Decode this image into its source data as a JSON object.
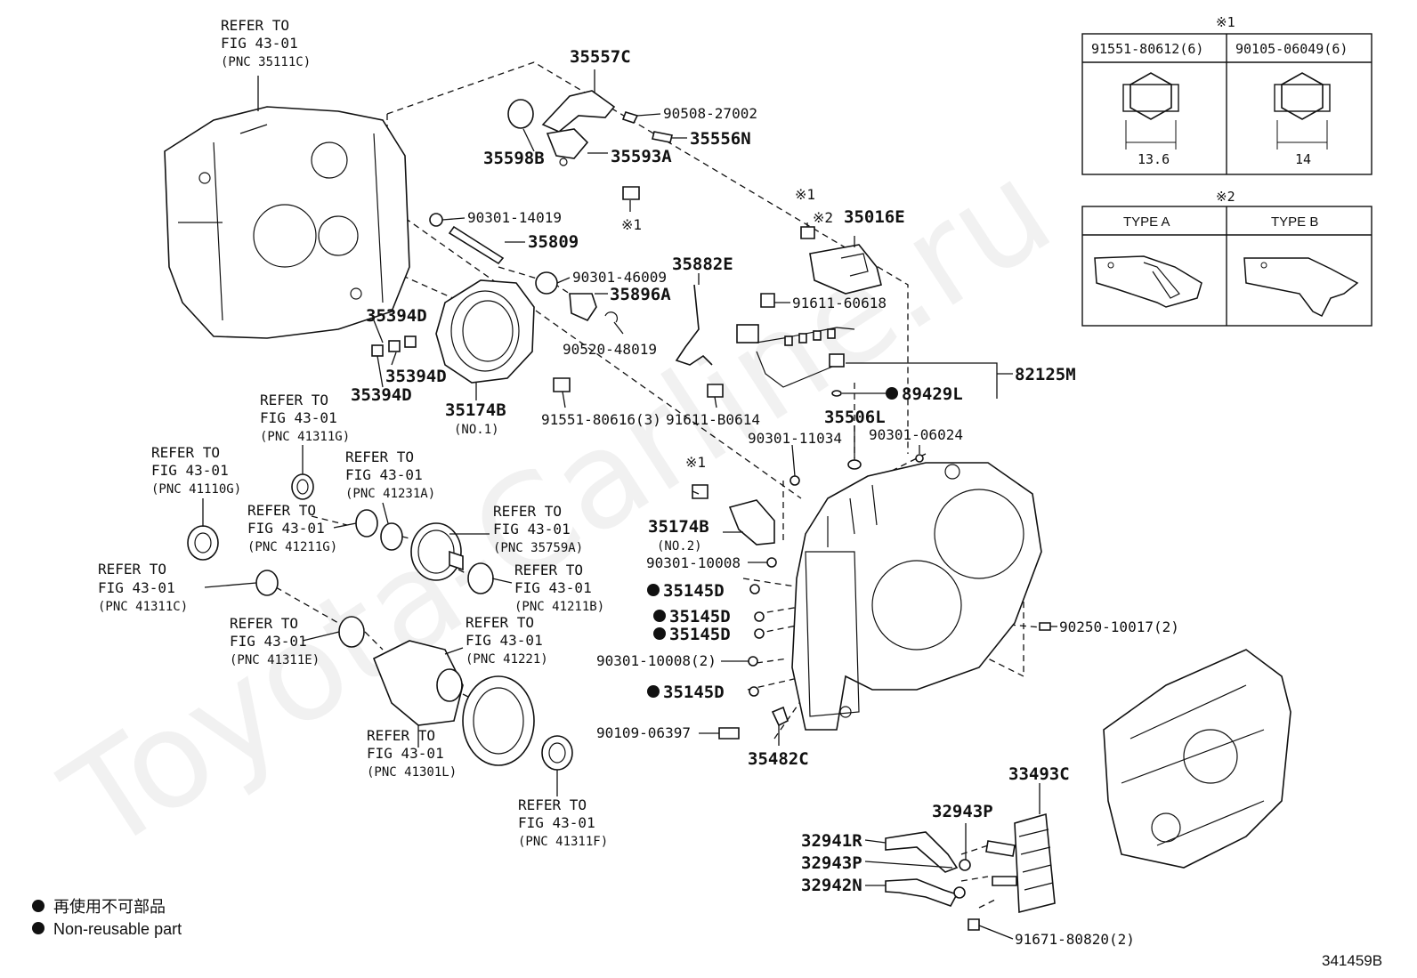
{
  "parts": {
    "p35557C": "35557C",
    "p90508_27002": "90508-27002",
    "p35556N": "35556N",
    "p35598B": "35598B",
    "p35593A": "35593A",
    "mark1_a": "※1",
    "p90301_14019": "90301-14019",
    "p35809": "35809",
    "p90301_46009": "90301-46009",
    "p35896A": "35896A",
    "p90520_48019": "90520-48019",
    "p35394D_a": "35394D",
    "p35394D_b": "35394D",
    "p35394D_c": "35394D",
    "p35174B_1": "35174B",
    "p35174B_1_sub": "(NO.1)",
    "p91551_80616": "91551-80616(3)",
    "p35882E": "35882E",
    "p91611_B0614": "91611-B0614",
    "mark1_b": "※1",
    "mark2_b": "※2",
    "p35016E": "35016E",
    "p91611_60618": "91611-60618",
    "p82125M": "82125M",
    "p89429L": "89429L",
    "p35506L": "35506L",
    "p90301_11034": "90301-11034",
    "p90301_06024": "90301-06024",
    "mark1_c": "※1",
    "p35174B_2": "35174B",
    "p35174B_2_sub": "(NO.2)",
    "p90301_10008": "90301-10008",
    "p35145D_a": "35145D",
    "p35145D_b": "35145D",
    "p35145D_c": "35145D",
    "p90301_10008_2": "90301-10008(2)",
    "p35145D_d": "35145D",
    "p90109_06397": "90109-06397",
    "p35482C": "35482C",
    "p90250_10017": "90250-10017(2)",
    "p33493C": "33493C",
    "p32943P_a": "32943P",
    "p32941R": "32941R",
    "p32943P_b": "32943P",
    "p32942N": "32942N",
    "p91671_80820": "91671-80820(2)"
  },
  "refs": {
    "r35111C": {
      "l1": "REFER TO",
      "l2": "FIG 43-01",
      "l3": "(PNC 35111C)"
    },
    "r41311G": {
      "l1": "REFER TO",
      "l2": "FIG 43-01",
      "l3": "(PNC 41311G)"
    },
    "r41110G": {
      "l1": "REFER TO",
      "l2": "FIG 43-01",
      "l3": "(PNC 41110G)"
    },
    "r41231A": {
      "l1": "REFER TO",
      "l2": "FIG 43-01",
      "l3": "(PNC 41231A)"
    },
    "r41211G": {
      "l1": "REFER TO",
      "l2": "FIG 43-01",
      "l3": "(PNC 41211G)"
    },
    "r35759A": {
      "l1": "REFER TO",
      "l2": "FIG 43-01",
      "l3": "(PNC 35759A)"
    },
    "r41311C": {
      "l1": "REFER TO",
      "l2": "FIG 43-01",
      "l3": "(PNC 41311C)"
    },
    "r41211B": {
      "l1": "REFER TO",
      "l2": "FIG 43-01",
      "l3": "(PNC 41211B)"
    },
    "r41311E": {
      "l1": "REFER TO",
      "l2": "FIG 43-01",
      "l3": "(PNC 41311E)"
    },
    "r41221": {
      "l1": "REFER TO",
      "l2": "FIG 43-01",
      "l3": "(PNC 41221)"
    },
    "r41301L": {
      "l1": "REFER TO",
      "l2": "FIG 43-01",
      "l3": "(PNC 41301L)"
    },
    "r41311F": {
      "l1": "REFER TO",
      "l2": "FIG 43-01",
      "l3": "(PNC 41311F)"
    }
  },
  "table1": {
    "mark": "※1",
    "col1": "91551-80612(6)",
    "col2": "90105-06049(6)",
    "dim1": "13.6",
    "dim2": "14"
  },
  "table2": {
    "mark": "※2",
    "col1": "TYPE A",
    "col2": "TYPE B"
  },
  "legend": {
    "ja": "再使用不可部品",
    "en": "Non-reusable part"
  },
  "diagram_code": "341459B",
  "watermark": "Toyota-Carline.ru"
}
